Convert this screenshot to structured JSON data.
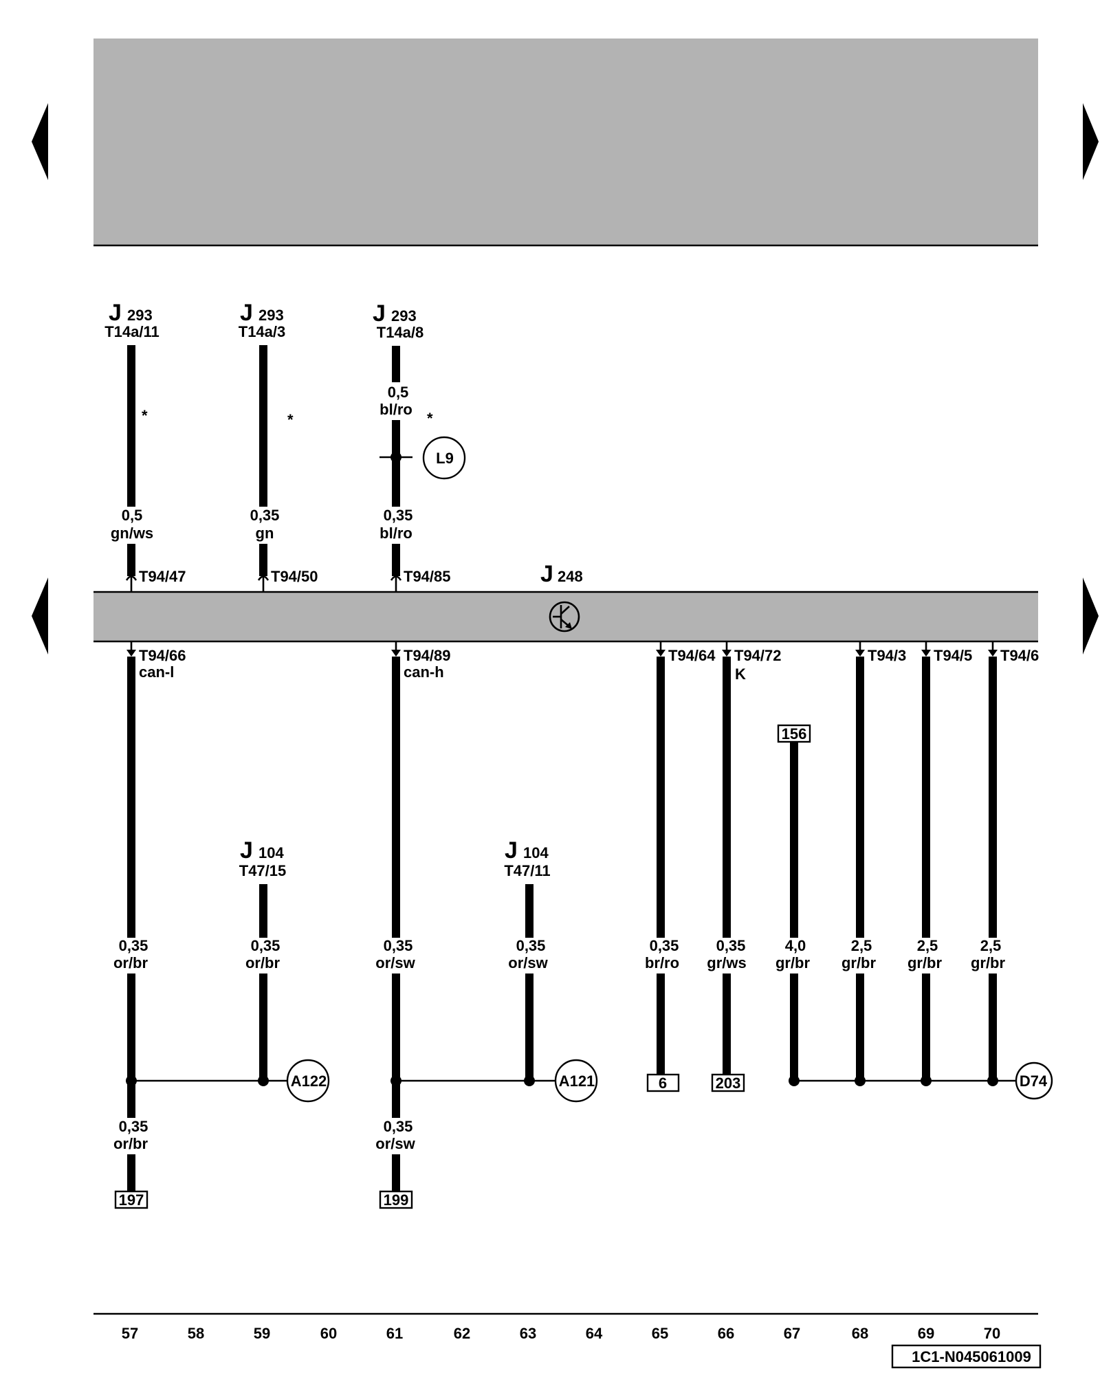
{
  "header_band": "",
  "control_unit": {
    "letter": "J",
    "number": "248"
  },
  "top_wires": [
    {
      "id": "w57",
      "ref_letter": "J",
      "ref_number": "293",
      "ref_pin": "T14a/11",
      "upper_gauge": "",
      "upper_color": "",
      "lower_gauge": "0,5",
      "lower_color": "gn/ws",
      "star": "*",
      "conn_pin": "T94/47"
    },
    {
      "id": "w59",
      "ref_letter": "J",
      "ref_number": "293",
      "ref_pin": "T14a/3",
      "upper_gauge": "",
      "upper_color": "",
      "lower_gauge": "0,35",
      "lower_color": "gn",
      "star": "*",
      "conn_pin": "T94/50"
    },
    {
      "id": "w61",
      "ref_letter": "J",
      "ref_number": "293",
      "ref_pin": "T14a/8",
      "upper_gauge": "0,5",
      "upper_color": "bl/ro",
      "lower_gauge": "0,35",
      "lower_color": "bl/ro",
      "star": "*",
      "conn_pin": "T94/85",
      "splice": "L9"
    }
  ],
  "bottom_pins": [
    {
      "pin": "T94/66",
      "signal": "can-l"
    },
    {
      "pin": "T94/89",
      "signal": "can-h"
    },
    {
      "pin": "T94/64",
      "signal": ""
    },
    {
      "pin": "T94/72",
      "signal": "K"
    },
    {
      "pin": "T94/3",
      "signal": ""
    },
    {
      "pin": "T94/5",
      "signal": ""
    },
    {
      "pin": "T94/6",
      "signal": ""
    }
  ],
  "j104_refs": [
    {
      "letter": "J",
      "number": "104",
      "pin": "T47/15"
    },
    {
      "letter": "J",
      "number": "104",
      "pin": "T47/11"
    }
  ],
  "bottom_wires": [
    {
      "gauge": "0,35",
      "color": "or/br"
    },
    {
      "gauge": "0,35",
      "color": "or/br"
    },
    {
      "gauge": "0,35",
      "color": "or/sw"
    },
    {
      "gauge": "0,35",
      "color": "or/sw"
    },
    {
      "gauge": "0,35",
      "color": "br/ro"
    },
    {
      "gauge": "0,35",
      "color": "gr/ws"
    },
    {
      "gauge": "4,0",
      "color": "gr/br"
    },
    {
      "gauge": "2,5",
      "color": "gr/br"
    },
    {
      "gauge": "2,5",
      "color": "gr/br"
    },
    {
      "gauge": "2,5",
      "color": "gr/br"
    }
  ],
  "lower_branches": [
    {
      "gauge": "0,35",
      "color": "or/br",
      "target": "197"
    },
    {
      "gauge": "0,35",
      "color": "or/sw",
      "target": "199"
    }
  ],
  "connections": {
    "c156": "156",
    "c6": "6",
    "c203": "203"
  },
  "splices": {
    "a122": "A122",
    "a121": "A121",
    "d74": "D74"
  },
  "track_numbers": [
    "57",
    "58",
    "59",
    "60",
    "61",
    "62",
    "63",
    "64",
    "65",
    "66",
    "67",
    "68",
    "69",
    "70"
  ],
  "diagram_code": "1C1-N045061009"
}
